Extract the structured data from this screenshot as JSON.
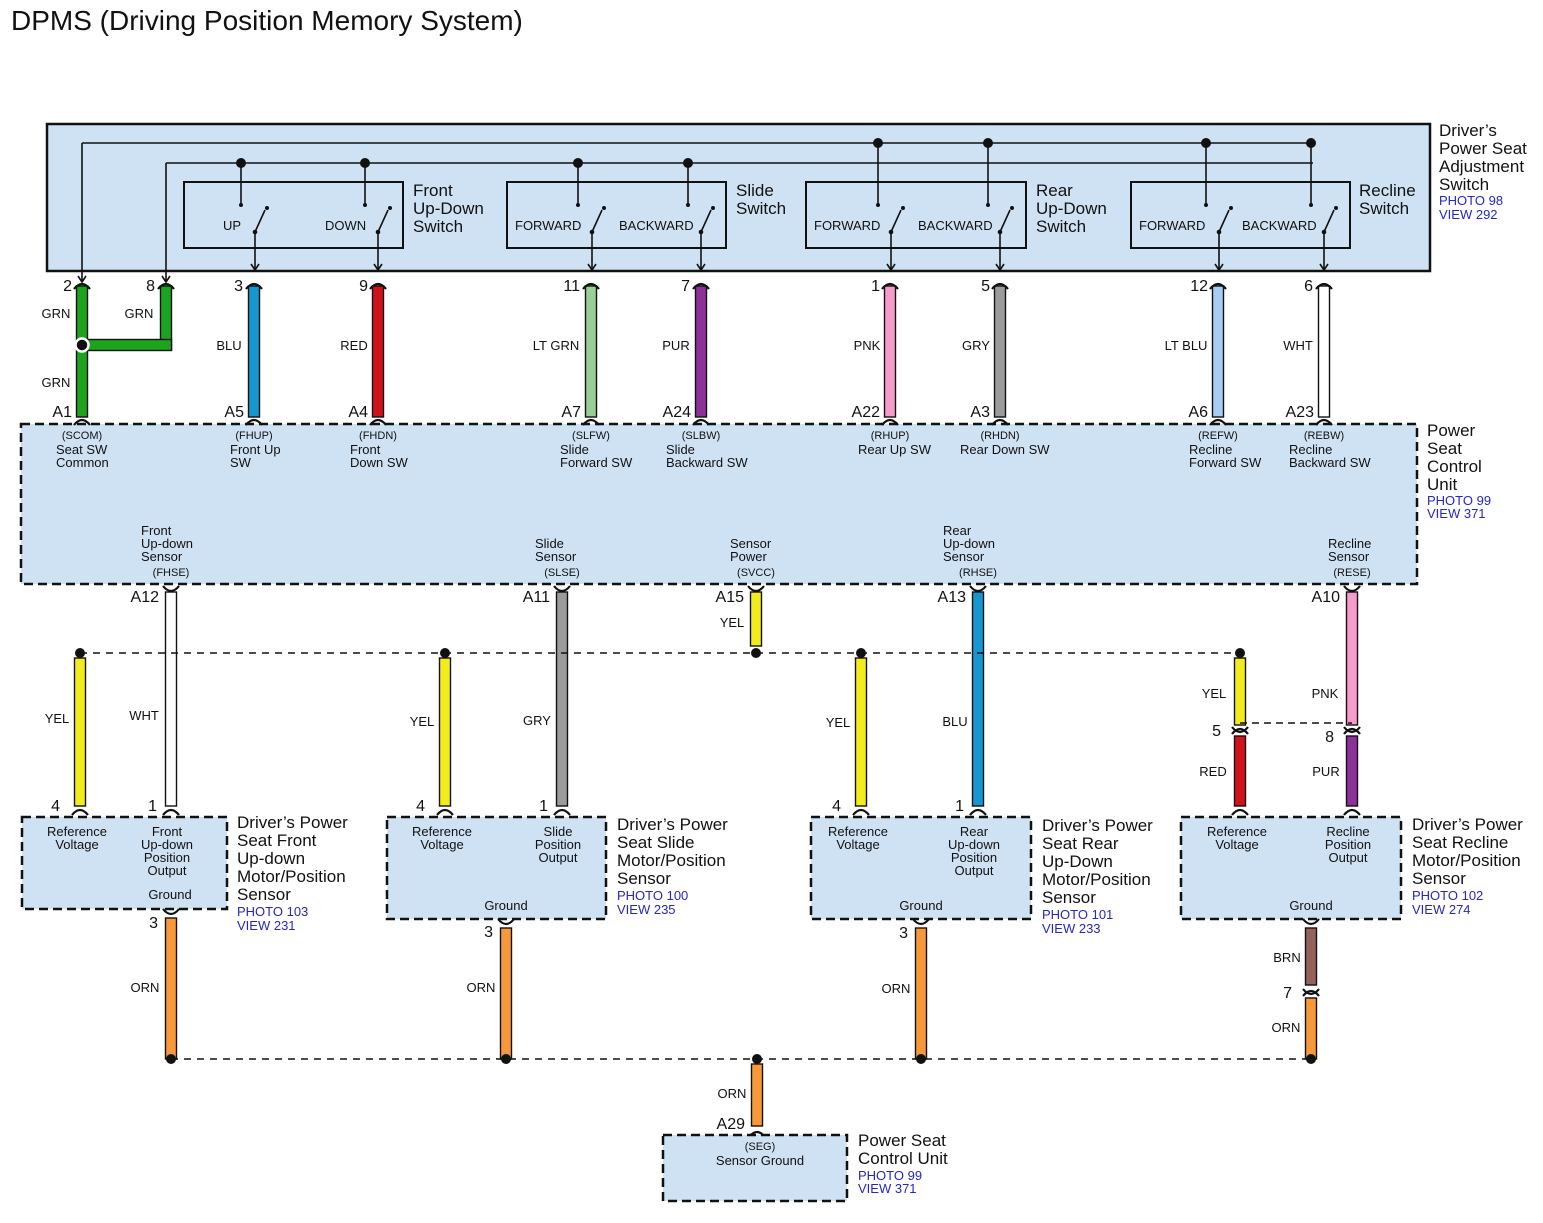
{
  "title": "DPMS (Driving Position Memory System)",
  "adjust_switch": {
    "name_lines": [
      "Driver’s",
      "Power Seat",
      "Adjustment",
      "Switch"
    ],
    "photo": "PHOTO 98",
    "view": "VIEW 292",
    "subswitches": [
      {
        "name_lines": [
          "Front",
          "Up-Down",
          "Switch"
        ],
        "labels": [
          "UP",
          "DOWN"
        ]
      },
      {
        "name_lines": [
          "Slide",
          "Switch"
        ],
        "labels": [
          "FORWARD",
          "BACKWARD"
        ]
      },
      {
        "name_lines": [
          "Rear",
          "Up-Down",
          "Switch"
        ],
        "labels": [
          "FORWARD",
          "BACKWARD"
        ]
      },
      {
        "name_lines": [
          "Recline",
          "Switch"
        ],
        "labels": [
          "FORWARD",
          "BACKWARD"
        ]
      }
    ]
  },
  "upper_wires": [
    {
      "pin": "2",
      "color_code": "GRN",
      "color": "#1ea31e",
      "ecu_pin": "A1",
      "signal": "(SCOM)",
      "desc_lines": [
        "Seat SW",
        "Common"
      ]
    },
    {
      "pin": "8",
      "color_code": "GRN",
      "color": "#1ea31e"
    },
    {
      "pin": "3",
      "color_code": "BLU",
      "color": "#1597cf",
      "ecu_pin": "A5",
      "signal": "(FHUP)",
      "desc_lines": [
        "Front Up",
        "SW"
      ]
    },
    {
      "pin": "9",
      "color_code": "RED",
      "color": "#d0121b",
      "ecu_pin": "A4",
      "signal": "(FHDN)",
      "desc_lines": [
        "Front",
        "Down SW"
      ]
    },
    {
      "pin": "11",
      "color_code": "LT GRN",
      "color": "#9ccf97",
      "ecu_pin": "A7",
      "signal": "(SLFW)",
      "desc_lines": [
        "Slide",
        "Forward SW"
      ]
    },
    {
      "pin": "7",
      "color_code": "PUR",
      "color": "#8c3198",
      "ecu_pin": "A24",
      "signal": "(SLBW)",
      "desc_lines": [
        "Slide",
        "Backward SW"
      ]
    },
    {
      "pin": "1",
      "color_code": "PNK",
      "color": "#f59ccb",
      "ecu_pin": "A22",
      "signal": "(RHUP)",
      "desc_lines": [
        "Rear Up SW"
      ]
    },
    {
      "pin": "5",
      "color_code": "GRY",
      "color": "#9b9b9b",
      "ecu_pin": "A3",
      "signal": "(RHDN)",
      "desc_lines": [
        "Rear Down SW"
      ]
    },
    {
      "pin": "12",
      "color_code": "LT BLU",
      "color": "#a8ccf2",
      "ecu_pin": "A6",
      "signal": "(REFW)",
      "desc_lines": [
        "Recline",
        "Forward SW"
      ]
    },
    {
      "pin": "6",
      "color_code": "WHT",
      "color": "#ffffff",
      "ecu_pin": "A23",
      "signal": "(REBW)",
      "desc_lines": [
        "Recline",
        "Backward SW"
      ]
    }
  ],
  "control_unit": {
    "name_lines": [
      "Power",
      "Seat",
      "Control",
      "Unit"
    ],
    "photo": "PHOTO 99",
    "view": "VIEW 371",
    "sensor_inputs": [
      {
        "label_lines": [
          "Front",
          "Up-down",
          "Sensor"
        ],
        "signal": "(FHSE)",
        "pin": "A12",
        "color_code": "WHT",
        "color": "#ffffff"
      },
      {
        "label_lines": [
          "Slide",
          "Sensor"
        ],
        "signal": "(SLSE)",
        "pin": "A11",
        "color_code": "GRY",
        "color": "#9b9b9b"
      },
      {
        "label_lines": [
          "Sensor",
          "Power"
        ],
        "signal": "(SVCC)",
        "pin": "A15",
        "color_code": "YEL",
        "color": "#f2ec1d"
      },
      {
        "label_lines": [
          "Rear",
          "Up-down",
          "Sensor"
        ],
        "signal": "(RHSE)",
        "pin": "A13",
        "color_code": "BLU",
        "color": "#1597cf"
      },
      {
        "label_lines": [
          "Recline",
          "Sensor"
        ],
        "signal": "(RESE)",
        "pin": "A10",
        "color_code": "PNK",
        "color": "#f59ccb"
      }
    ]
  },
  "sensors": [
    {
      "name_lines": [
        "Driver’s Power",
        "Seat Front",
        "Up-down",
        "Motor/Position",
        "Sensor"
      ],
      "photo": "PHOTO 103",
      "view": "VIEW 231",
      "ref_label": [
        "Reference",
        "Voltage"
      ],
      "out_label": [
        "Front",
        "Up-down",
        "Position",
        "Output"
      ],
      "ground_label": "Ground",
      "ref_pin": "4",
      "out_pin": "1",
      "gnd_pin": "3",
      "ref_wire": "YEL",
      "out_wire": "WHT",
      "gnd_wire": "ORN"
    },
    {
      "name_lines": [
        "Driver’s Power",
        "Seat Slide",
        "Motor/Position",
        "Sensor"
      ],
      "photo": "PHOTO 100",
      "view": "VIEW 235",
      "ref_label": [
        "Reference",
        "Voltage"
      ],
      "out_label": [
        "Slide",
        "Position",
        "Output"
      ],
      "ground_label": "Ground",
      "ref_pin": "4",
      "out_pin": "1",
      "gnd_pin": "3",
      "ref_wire": "YEL",
      "out_wire": "GRY",
      "gnd_wire": "ORN"
    },
    {
      "name_lines": [
        "Driver’s Power",
        "Seat Rear",
        "Up-Down",
        "Motor/Position",
        "Sensor"
      ],
      "photo": "PHOTO 101",
      "view": "VIEW 233",
      "ref_label": [
        "Reference",
        "Voltage"
      ],
      "out_label": [
        "Rear",
        "Up-down",
        "Position",
        "Output"
      ],
      "ground_label": "Ground",
      "ref_pin": "4",
      "out_pin": "1",
      "gnd_pin": "3",
      "ref_wire": "YEL",
      "out_wire": "BLU",
      "gnd_wire": "ORN"
    },
    {
      "name_lines": [
        "Driver’s Power",
        "Seat Recline",
        "Motor/Position",
        "Sensor"
      ],
      "photo": "PHOTO 102",
      "view": "VIEW 274",
      "ref_label": [
        "Reference",
        "Voltage"
      ],
      "out_label": [
        "Recline",
        "Position",
        "Output"
      ],
      "ground_label": "Ground",
      "ref_pin": "5",
      "out_pin": "8",
      "gnd_pin": "7",
      "ref_wire_upper": "YEL",
      "ref_wire_lower": "RED",
      "out_wire_upper": "PNK",
      "out_wire_lower": "PUR",
      "gnd_wire_upper": "BRN",
      "gnd_wire_lower": "ORN"
    }
  ],
  "ground_unit": {
    "name_lines": [
      "Power Seat",
      "Control Unit"
    ],
    "photo": "PHOTO 99",
    "view": "VIEW 371",
    "signal": "(SEG)",
    "label": "Sensor Ground",
    "pin": "A29",
    "wire": "ORN"
  },
  "colors": {
    "panel_fill": "#cfe2f4",
    "GRN": "#1ea31e",
    "BLU": "#1597cf",
    "RED": "#d0121b",
    "LT GRN": "#9ccf97",
    "PUR": "#8c3198",
    "PNK": "#f59ccb",
    "GRY": "#9b9b9b",
    "LT BLU": "#a8ccf2",
    "WHT": "#ffffff",
    "YEL": "#f2ec1d",
    "ORN": "#f7993b",
    "BRN": "#93625b",
    "link": "#2525c8"
  }
}
